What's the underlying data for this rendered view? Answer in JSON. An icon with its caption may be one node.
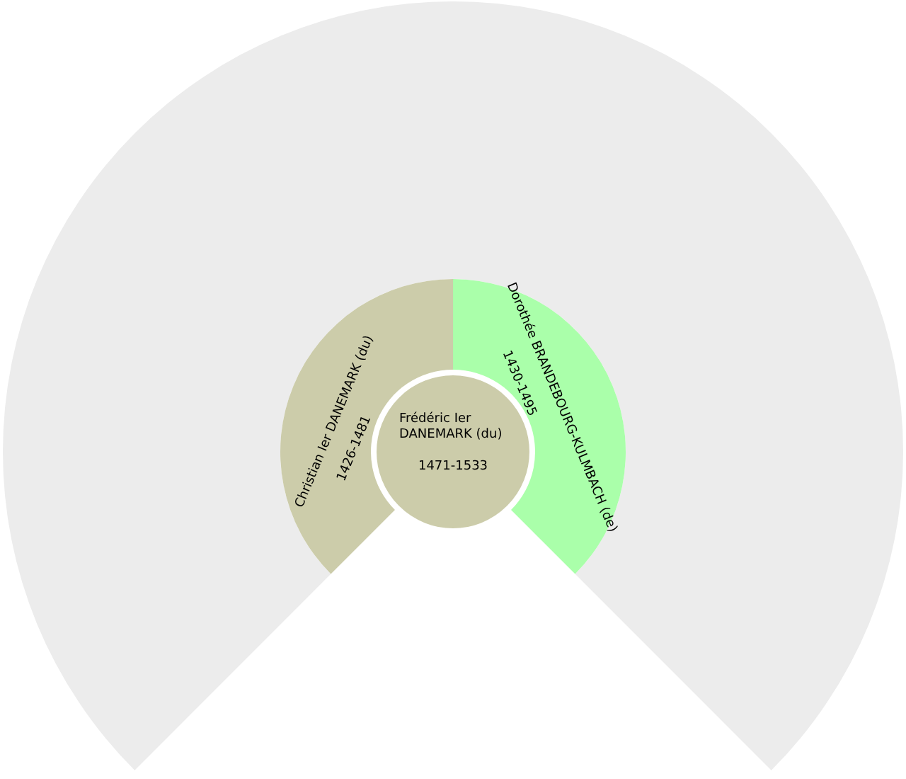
{
  "diagram": {
    "nodes": [
      {
        "text": [
          "Frédéric Ier DANEMARK (du)",
          "1471-1533"
        ]
      },
      {
        "text": [
          "Christian Ier DANEMARK (du)",
          "1426-1481"
        ]
      },
      {
        "text": [
          "Dorothée BRANDEBOURG-KULMBACH (de)",
          "1430-1495"
        ]
      },
      {
        "text": [],
        "shape": "band"
      }
    ]
  }
}
